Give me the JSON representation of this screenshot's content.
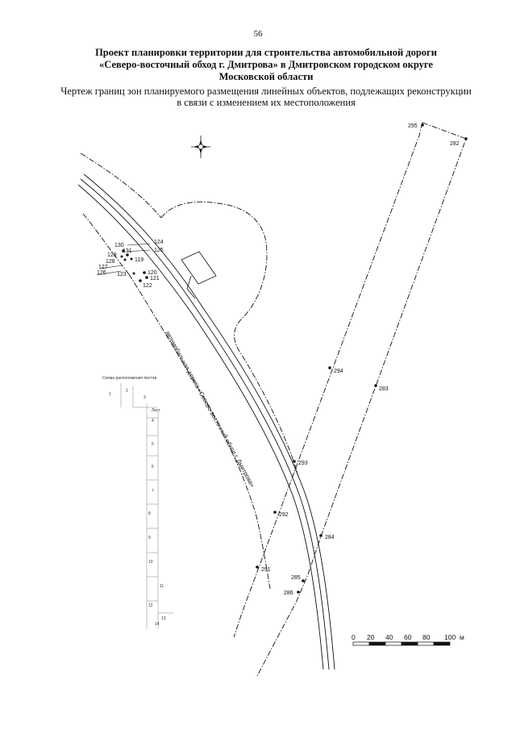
{
  "header": {
    "page_number": "56",
    "title_line1": "Проект планировки территории для строительства автомобильной дороги",
    "title_line2": "«Северо-восточный обход г. Дмитрова» в Дмитровском городском округе",
    "title_line3": "Московской области",
    "subtitle_line1": "Чертеж границ зон планируемого размещения линейных объектов, подлежащих реконструкции",
    "subtitle_line2": "в связи с изменением их местоположения"
  },
  "map": {
    "road_label": "автомобильная дорога «Северо-восточный обход г. Дмитрова»",
    "north_symbol": "compass-rose",
    "points": {
      "p295": "295",
      "p282": "282",
      "p294": "294",
      "p283": "283",
      "p293": "293",
      "p292": "292",
      "p284": "284",
      "p291": "291",
      "p285": "285",
      "p286": "286",
      "p124": "124",
      "p125": "125",
      "p130": "130",
      "p131": "131",
      "p129": "129",
      "p128": "128",
      "p119": "119",
      "p127": "127",
      "p126": "126",
      "p120": "120",
      "p123": "123",
      "p121": "121",
      "p122": "122"
    },
    "sheet_index": {
      "title": "Схема расположения листов",
      "cells": [
        "1",
        "2",
        "3",
        "4",
        "5",
        "6",
        "7",
        "8",
        "9",
        "10",
        "11",
        "12",
        "13",
        "14"
      ],
      "current": "Лист"
    },
    "scale_bar": {
      "ticks": [
        "0",
        "20",
        "40",
        "60",
        "80",
        "100"
      ],
      "unit": "м"
    }
  }
}
